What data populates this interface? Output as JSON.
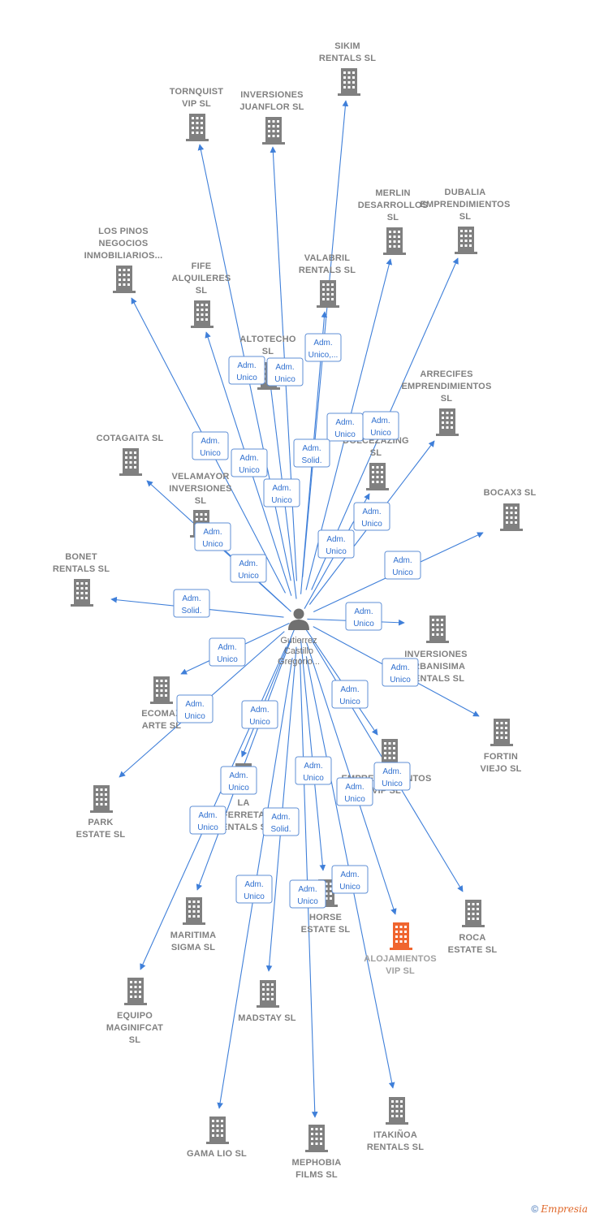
{
  "colors": {
    "edge": "#3f7fd9",
    "building": "#808080",
    "building_highlight": "#f0652f",
    "person": "#707070",
    "role_text": "#2f6fcf",
    "brand": "#e0682a"
  },
  "center": {
    "icon": "person-icon",
    "label": [
      "Gutierrez",
      "Castillo",
      "Gregorio..."
    ]
  },
  "companies": [
    {
      "id": "sikim",
      "label": [
        "SIKIM",
        "RENTALS SL"
      ],
      "icon": "building-icon"
    },
    {
      "id": "tornquist",
      "label": [
        "TORNQUIST",
        "VIP SL"
      ],
      "icon": "building-icon"
    },
    {
      "id": "juanflor",
      "label": [
        "INVERSIONES",
        "JUANFLOR SL"
      ],
      "icon": "building-icon"
    },
    {
      "id": "merlin",
      "label": [
        "MERLIN",
        "DESARROLLOS",
        "SL"
      ],
      "icon": "building-icon"
    },
    {
      "id": "dubalia",
      "label": [
        "DUBALIA",
        "EMPRENDIMIENTOS",
        "SL"
      ],
      "icon": "building-icon"
    },
    {
      "id": "lospinos",
      "label": [
        "LOS PINOS",
        "NEGOCIOS",
        "INMOBILIARIOS..."
      ],
      "icon": "building-icon"
    },
    {
      "id": "fife",
      "label": [
        "FIFE",
        "ALQUILERES",
        "SL"
      ],
      "icon": "building-icon"
    },
    {
      "id": "valabril",
      "label": [
        "VALABRIL",
        "RENTALS SL"
      ],
      "icon": "building-icon"
    },
    {
      "id": "altotecho",
      "label": [
        "ALTOTECHO",
        "SL"
      ],
      "icon": "building-icon"
    },
    {
      "id": "arrecifes",
      "label": [
        "ARRECIFES",
        "EMPRENDIMIENTOS",
        "SL"
      ],
      "icon": "building-icon"
    },
    {
      "id": "cotagaita",
      "label": [
        "COTAGAITA SL"
      ],
      "icon": "building-icon"
    },
    {
      "id": "dolcezazing",
      "label": [
        "DOLCEZAZING",
        "SL"
      ],
      "icon": "building-icon"
    },
    {
      "id": "velamayor",
      "label": [
        "VELAMAYOR",
        "INVERSIONES",
        "SL"
      ],
      "icon": "building-icon"
    },
    {
      "id": "bocax3",
      "label": [
        "BOCAX3 SL"
      ],
      "icon": "building-icon"
    },
    {
      "id": "bonet",
      "label": [
        "BONET",
        "RENTALS SL"
      ],
      "icon": "building-icon"
    },
    {
      "id": "urbanisima",
      "label": [
        "INVERSIONES",
        "URBANISIMA",
        "RENTALS SL"
      ],
      "icon": "building-icon"
    },
    {
      "id": "ecomax",
      "label": [
        "ECOMAX",
        "ARTE SL"
      ],
      "icon": "building-icon"
    },
    {
      "id": "fortin",
      "label": [
        "FORTIN",
        "VIEJO SL"
      ],
      "icon": "building-icon"
    },
    {
      "id": "emprendimientos_vip",
      "label": [
        "EMPRENDIMIENTOS",
        "VIP SL"
      ],
      "icon": "building-icon"
    },
    {
      "id": "park",
      "label": [
        "PARK",
        "ESTATE SL"
      ],
      "icon": "building-icon"
    },
    {
      "id": "laferreta",
      "label": [
        "LA",
        "FERRETA",
        "RENTALS SL"
      ],
      "icon": "building-icon"
    },
    {
      "id": "horse",
      "label": [
        "HORSE",
        "ESTATE SL"
      ],
      "icon": "building-icon"
    },
    {
      "id": "alojamientos",
      "label": [
        "ALOJAMIENTOS",
        "VIP SL"
      ],
      "icon": "building-icon",
      "highlight": true
    },
    {
      "id": "roca",
      "label": [
        "ROCA",
        "ESTATE SL"
      ],
      "icon": "building-icon"
    },
    {
      "id": "maritima",
      "label": [
        "MARITIMA",
        "SIGMA SL"
      ],
      "icon": "building-icon"
    },
    {
      "id": "equipo",
      "label": [
        "EQUIPO",
        "MAGINIFCAT",
        "SL"
      ],
      "icon": "building-icon"
    },
    {
      "id": "madstay",
      "label": [
        "MADSTAY SL"
      ],
      "icon": "building-icon"
    },
    {
      "id": "gamalio",
      "label": [
        "GAMA LIO SL"
      ],
      "icon": "building-icon"
    },
    {
      "id": "mephobia",
      "label": [
        "MEPHOBIA",
        "FILMS SL"
      ],
      "icon": "building-icon"
    },
    {
      "id": "itakinoa",
      "label": [
        "ITAKIÑOA",
        "RENTALS SL"
      ],
      "icon": "building-icon"
    }
  ],
  "roles": [
    {
      "to": "sikim",
      "label": [
        "Adm.",
        "Unico,..."
      ]
    },
    {
      "to": "tornquist",
      "label": [
        "Adm.",
        "Unico"
      ]
    },
    {
      "to": "juanflor",
      "label": [
        "Adm.",
        "Unico"
      ]
    },
    {
      "to": "merlin",
      "label": [
        "Adm.",
        "Unico"
      ]
    },
    {
      "to": "dubalia",
      "label": [
        "Adm.",
        "Unico"
      ]
    },
    {
      "to": "lospinos",
      "label": [
        "Adm.",
        "Unico"
      ]
    },
    {
      "to": "fife",
      "label": [
        "Adm.",
        "Unico"
      ]
    },
    {
      "to": "valabril",
      "label": [
        "Adm.",
        "Solid."
      ]
    },
    {
      "to": "altotecho",
      "label": [
        "Adm.",
        "Unico"
      ]
    },
    {
      "to": "arrecifes",
      "label": [
        "Adm.",
        "Unico"
      ]
    },
    {
      "to": "cotagaita",
      "label": [
        "Adm.",
        "Unico"
      ]
    },
    {
      "to": "dolcezazing",
      "label": [
        "Adm.",
        "Unico"
      ]
    },
    {
      "to": "velamayor",
      "label": [
        "Adm.",
        "Unico"
      ]
    },
    {
      "to": "bocax3",
      "label": [
        "Adm.",
        "Unico"
      ]
    },
    {
      "to": "bonet",
      "label": [
        "Adm.",
        "Solid."
      ]
    },
    {
      "to": "urbanisima",
      "label": [
        "Adm.",
        "Unico"
      ]
    },
    {
      "to": "ecomax",
      "label": [
        "Adm.",
        "Unico"
      ]
    },
    {
      "to": "fortin",
      "label": [
        "Adm.",
        "Unico"
      ]
    },
    {
      "to": "emprendimientos_vip",
      "label": [
        "Adm.",
        "Unico"
      ]
    },
    {
      "to": "park",
      "label": [
        "Adm.",
        "Unico"
      ]
    },
    {
      "to": "laferreta",
      "label": [
        "Adm.",
        "Unico"
      ]
    },
    {
      "to": "horse",
      "label": [
        "Adm.",
        "Unico"
      ]
    },
    {
      "to": "alojamientos",
      "label": [
        "Adm.",
        "Unico"
      ]
    },
    {
      "to": "roca",
      "label": [
        "Adm.",
        "Unico"
      ]
    },
    {
      "to": "maritima",
      "label": [
        "Adm.",
        "Unico"
      ]
    },
    {
      "to": "equipo",
      "label": [
        "Adm.",
        "Unico"
      ]
    },
    {
      "to": "madstay",
      "label": [
        "Adm.",
        "Solid."
      ]
    },
    {
      "to": "gamalio",
      "label": [
        "Adm.",
        "Unico"
      ]
    },
    {
      "to": "mephobia",
      "label": [
        "Adm.",
        "Unico"
      ]
    },
    {
      "to": "itakinoa",
      "label": [
        "Adm.",
        "Unico"
      ]
    }
  ],
  "footer": {
    "copyright": "©",
    "brand": "Empresia"
  }
}
